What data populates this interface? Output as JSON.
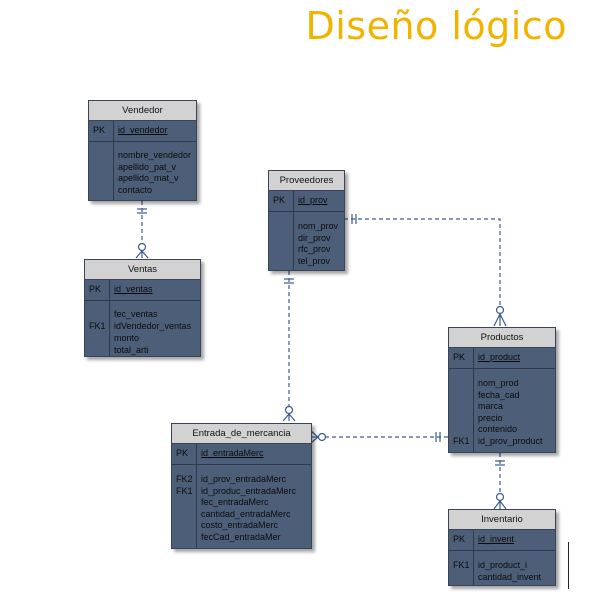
{
  "title": "Diseño lógico",
  "colors": {
    "title": "#f0b400",
    "entity_fill": "#4d5f78",
    "header_fill": "#d2d2d2",
    "connector": "#3c5a8e"
  },
  "entities": {
    "vendedor": {
      "name": "Vendedor",
      "pk_label": "PK",
      "pk_attr": "id_vendedor",
      "attrs": [
        "nombre_vendedor",
        "apellido_pat_v",
        "apellido_mat_v",
        "contacto"
      ],
      "fk": []
    },
    "ventas": {
      "name": "Ventas",
      "pk_label": "PK",
      "pk_attr": "id_ventas",
      "attrs": [
        "fec_ventas",
        "idVendedor_ventas",
        "monto",
        "total_arti"
      ],
      "fk": [
        {
          "label": "FK1",
          "row": 1
        }
      ]
    },
    "proveedores": {
      "name": "Proveedores",
      "pk_label": "PK",
      "pk_attr": "id_prov",
      "attrs": [
        "nom_prov",
        "dir_prov",
        "rfc_prov",
        "tel_prov"
      ],
      "fk": []
    },
    "productos": {
      "name": "Productos",
      "pk_label": "PK",
      "pk_attr": "id_product",
      "attrs": [
        "nom_prod",
        "fecha_cad",
        "marca",
        "precio",
        "contenido",
        "id_prov_product"
      ],
      "fk": [
        {
          "label": "FK1",
          "row": 5
        }
      ]
    },
    "entrada": {
      "name": "Entrada_de_mercancia",
      "pk_label": "PK",
      "pk_attr": "id_entradaMerc",
      "attrs": [
        "id_prov_entradaMerc",
        "id_produc_entradaMerc",
        "fec_entradaMerc",
        "cantidad_entradaMerc",
        "costo_entradaMerc",
        "fecCad_entradaMer"
      ],
      "fk": [
        {
          "label": "FK2",
          "row": 0
        },
        {
          "label": "FK1",
          "row": 1
        }
      ]
    },
    "inventario": {
      "name": "Inventario",
      "pk_label": "PK",
      "pk_attr": "id_invent",
      "attrs": [
        "id_product_i",
        "cantidad_invent"
      ],
      "fk": [
        {
          "label": "FK1",
          "row": 0
        }
      ]
    }
  }
}
